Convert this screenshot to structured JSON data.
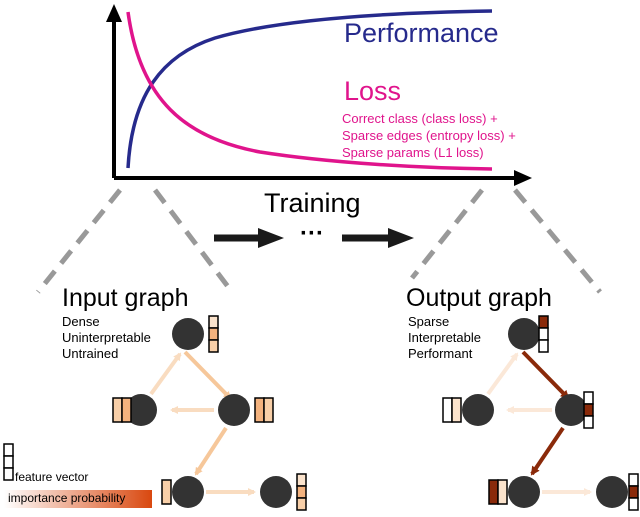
{
  "top_chart": {
    "series": [
      {
        "name": "Performance",
        "color": "#262a8c",
        "trend": "rising"
      },
      {
        "name": "Loss",
        "color": "#e0148c",
        "trend": "falling"
      }
    ],
    "loss_terms": [
      "Correct class (class loss) +",
      "Sparse edges (entropy loss) +",
      "Sparse params (L1 loss)"
    ],
    "x_axis_label": "Training",
    "ellipsis": "···"
  },
  "input_graph": {
    "title": "Input graph",
    "properties": [
      "Dense",
      "Uninterpretable",
      "Untrained"
    ],
    "edge_color": "#f6c79a",
    "edge_color_faint": "#f9dcc0"
  },
  "output_graph": {
    "title": "Output graph",
    "properties": [
      "Sparse",
      "Interpretable",
      "Performant"
    ],
    "edge_color_strong": "#8a2a0a",
    "edge_color_faint": "#fbe8d8"
  },
  "legend": {
    "feature_vector": "feature vector",
    "importance_probability": "importance probability",
    "gradient_start": "#ffffff",
    "gradient_end": "#d9480f"
  },
  "colors": {
    "node": "#333333",
    "arrow": "#1a1a1a",
    "dash": "#999999"
  }
}
